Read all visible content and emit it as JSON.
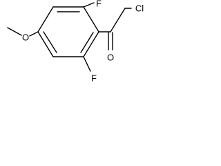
{
  "molecule": {
    "atoms": {
      "f_top": "F",
      "f_bottom": "F",
      "cl": "Cl",
      "o_methoxy": "O",
      "o_carbonyl": "O"
    },
    "colors": {
      "bonds": "#000000",
      "labels": "#000000",
      "background": "#ffffff"
    }
  }
}
